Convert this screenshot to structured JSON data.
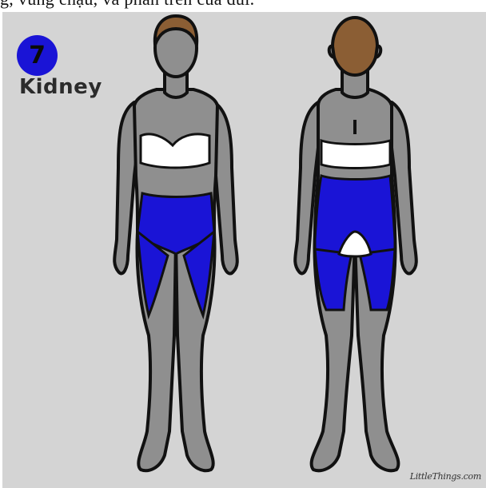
{
  "header": {
    "caption": "g, vùng chậu, và phần trên của đùi."
  },
  "zone": {
    "number": "7",
    "title": "Kidney"
  },
  "colors": {
    "highlight": "#1a14d6",
    "skin": "#8f8f8f",
    "hair": "#8b5e34",
    "background": "#d4d4d4"
  },
  "figures": {
    "front": "front-body-figure",
    "back": "back-body-figure"
  },
  "footer": {
    "credit": "LittleThings.com"
  }
}
